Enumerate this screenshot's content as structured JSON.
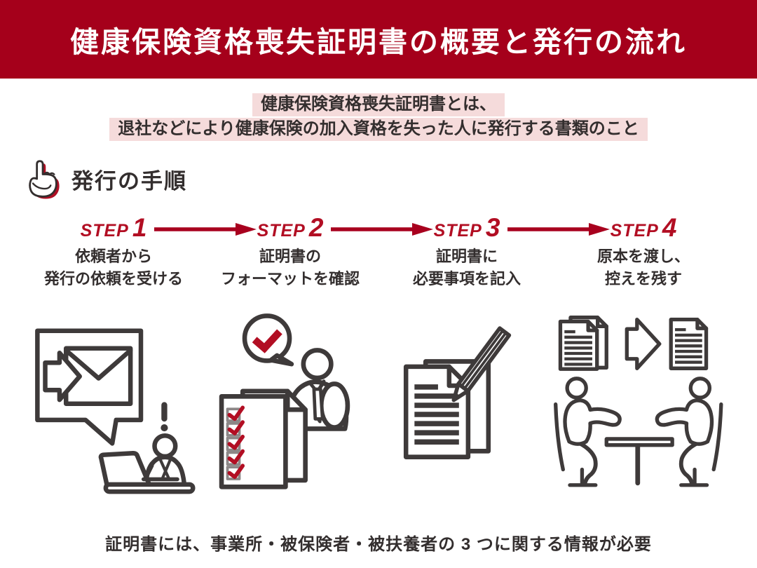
{
  "banner": {
    "title": "健康保険資格喪失証明書の概要と発行の流れ"
  },
  "intro": {
    "line1": "健康保険資格喪失証明書とは、",
    "line2": "退社などにより健康保険の加入資格を失った人に発行する書類のこと"
  },
  "section": {
    "heading": "発行の手順"
  },
  "steps": [
    {
      "label": "STEP",
      "number": "1",
      "desc1": "依頼者から",
      "desc2": "発行の依頼を受ける",
      "illustration": "mail-request"
    },
    {
      "label": "STEP",
      "number": "2",
      "desc1": "証明書の",
      "desc2": "フォーマットを確認",
      "illustration": "checklist-format"
    },
    {
      "label": "STEP",
      "number": "3",
      "desc1": "証明書に",
      "desc2": "必要事項を記入",
      "illustration": "write-document"
    },
    {
      "label": "STEP",
      "number": "4",
      "desc1": "原本を渡し、",
      "desc2": "控えを残す",
      "illustration": "handover-meeting"
    },
    {
      "arrow_count": "3"
    }
  ],
  "footer": {
    "note": "証明書には、事業所・被保険者・被扶養者の 3 つに関する情報が必要"
  },
  "colors": {
    "banner_red": "#A5001B",
    "accent_red": "#B20E23",
    "arrow_red": "#A8001E",
    "highlight_pink": "#F5DBDB",
    "text_dark": "#332E2E",
    "line_art_gray": "#3E3A3A",
    "checkbox_gray": "#8C8787",
    "background": "#FFFFFF"
  }
}
